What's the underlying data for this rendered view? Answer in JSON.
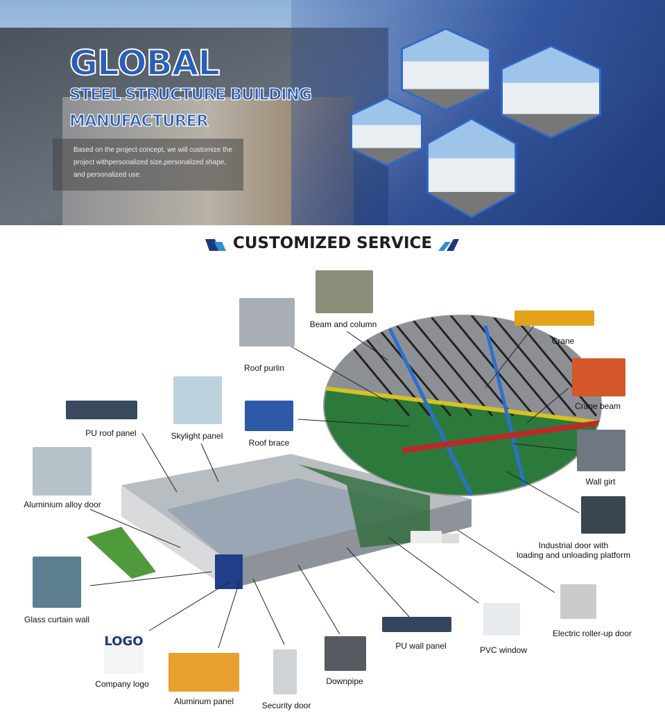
{
  "hero": {
    "title_line1": "GLOBAL",
    "title_line2": "STEEL STRUCTURE BUILDING",
    "title_line3": "MANUFACTURER",
    "description": [
      "Based on the project concept, we will customize the",
      "project withpersonalized size,personalized shape,",
      "and personalized use."
    ]
  },
  "section_title": "CUSTOMIZED SERVICE",
  "colors": {
    "brand_blue": "#2a5fb8",
    "dark_blue": "#1d3a78",
    "accent_cyan": "#2b8fd6"
  },
  "components": [
    {
      "id": "beam-and-column",
      "label": "Beam and column"
    },
    {
      "id": "crane",
      "label": "Crane"
    },
    {
      "id": "roof-purlin",
      "label": "Roof purlin"
    },
    {
      "id": "crane-beam",
      "label": "Crane beam"
    },
    {
      "id": "pu-roof-panel",
      "label": "PU roof panel"
    },
    {
      "id": "skylight-panel",
      "label": "Skylight panel"
    },
    {
      "id": "roof-brace",
      "label": "Roof brace"
    },
    {
      "id": "wall-girt",
      "label": "Wall girt"
    },
    {
      "id": "aluminium-alloy-door",
      "label": "Aluminium alloy door"
    },
    {
      "id": "industrial-door",
      "label": "Industrial door with",
      "label2": "loading and unloading platform"
    },
    {
      "id": "glass-curtain-wall",
      "label": "Glass curtain wall"
    },
    {
      "id": "electric-roller-up-door",
      "label": "Electric roller-up door"
    },
    {
      "id": "pu-wall-panel",
      "label": "PU wall panel"
    },
    {
      "id": "pvc-window",
      "label": "PVC window"
    },
    {
      "id": "company-logo",
      "label": "Company logo",
      "logo_text": "LOGO"
    },
    {
      "id": "downpipe",
      "label": "Downpipe"
    },
    {
      "id": "aluminum-panel",
      "label": "Aluminum panel"
    },
    {
      "id": "security-door",
      "label": "Security door"
    }
  ]
}
